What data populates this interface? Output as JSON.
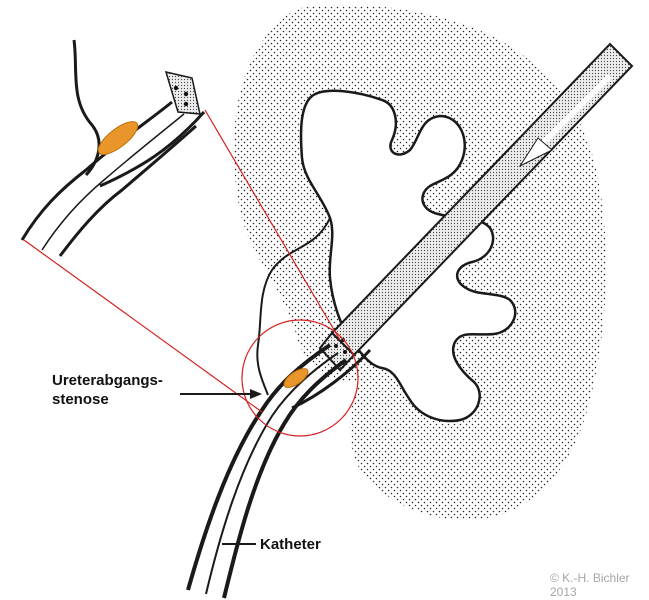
{
  "labels": {
    "stenosis_line1": "Ureterabgangs-",
    "stenosis_line2": "stenose",
    "catheter": "Katheter"
  },
  "copyright": {
    "line1": "© K.-H. Bichler",
    "line2": "2013"
  },
  "colors": {
    "line": "#1a1a1a",
    "zoom_lines": "#d62020",
    "stenosis": "#e8962a",
    "stipple": "#222222",
    "copyright": "#a6a6a6"
  }
}
